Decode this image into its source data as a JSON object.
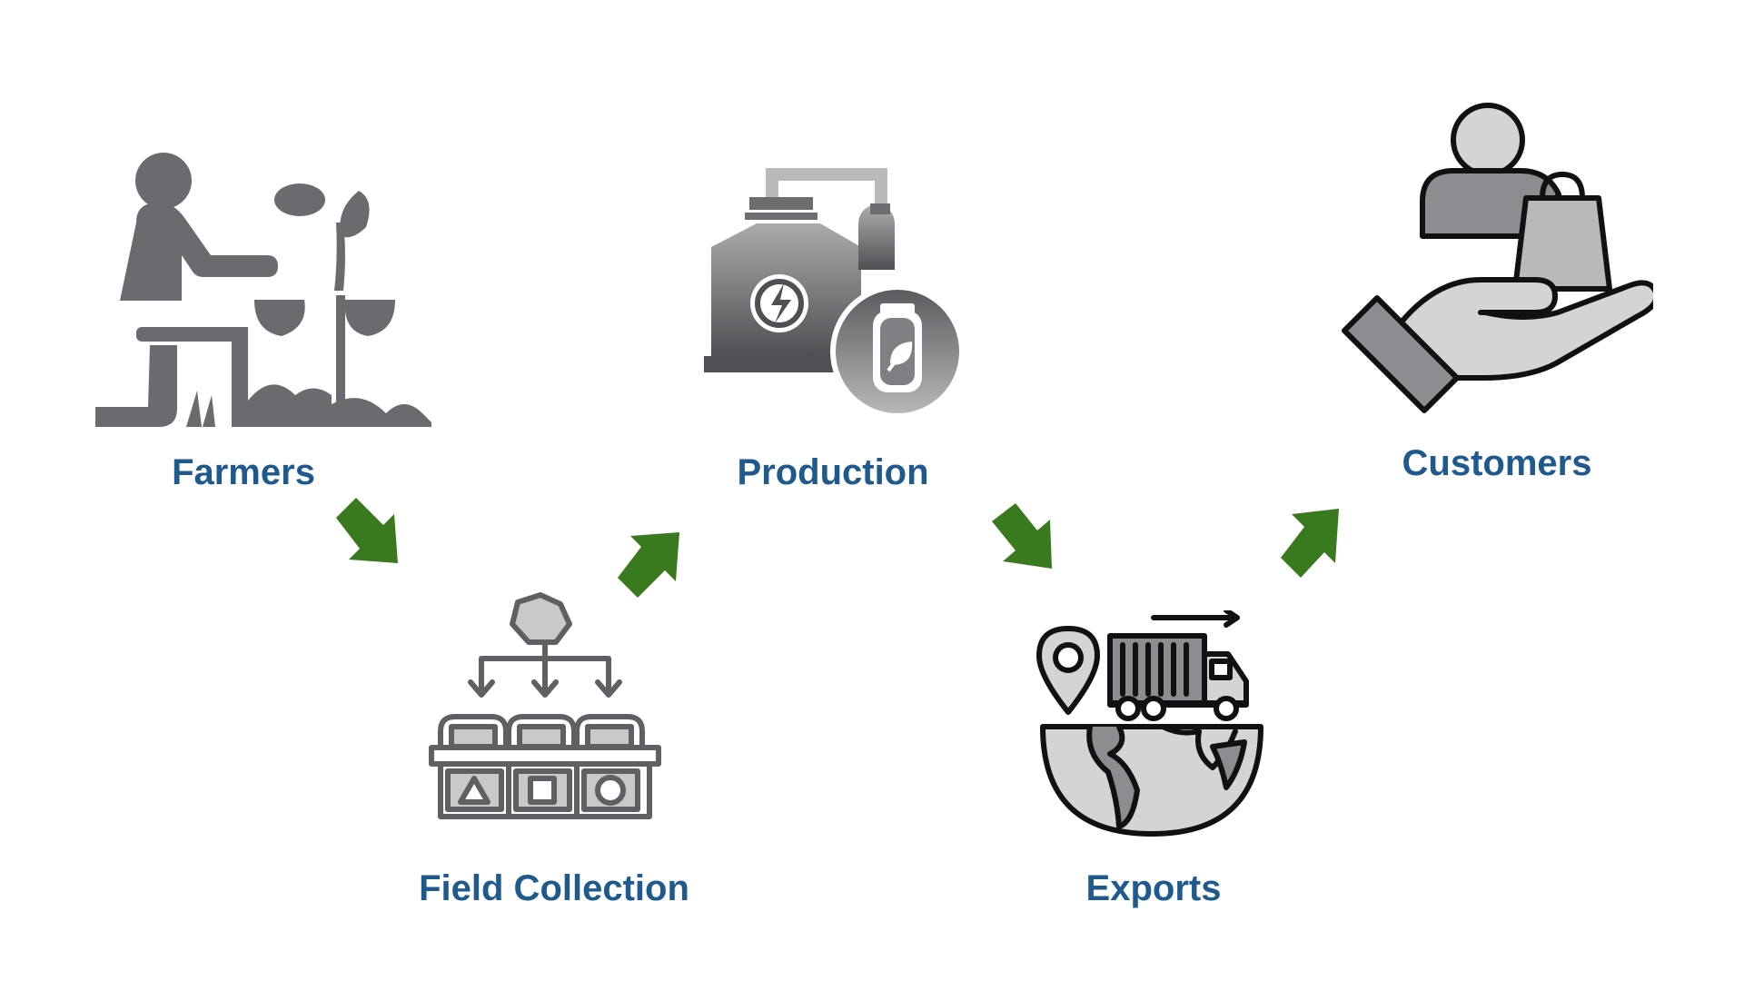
{
  "diagram": {
    "steps": [
      {
        "id": "farmers",
        "label": "Farmers",
        "icon": "farmer-planting-icon"
      },
      {
        "id": "field-collection",
        "label": "Field Collection",
        "icon": "sorting-bins-icon"
      },
      {
        "id": "production",
        "label": "Production",
        "icon": "factory-tanks-icon"
      },
      {
        "id": "exports",
        "label": "Exports",
        "icon": "truck-globe-icon"
      },
      {
        "id": "customers",
        "label": "Customers",
        "icon": "hand-delivering-bag-icon"
      }
    ],
    "arrows": [
      {
        "from": "Farmers",
        "to": "Field Collection",
        "direction": "down-right"
      },
      {
        "from": "Field Collection",
        "to": "Production",
        "direction": "up-right"
      },
      {
        "from": "Production",
        "to": "Exports",
        "direction": "down-right"
      },
      {
        "from": "Exports",
        "to": "Customers",
        "direction": "up-right"
      }
    ]
  },
  "colors": {
    "label": "#1f5a8f",
    "arrow": "#3a7a1f",
    "icon_dark": "#5f6063",
    "icon_mid": "#8b8d90",
    "icon_light": "#d3d4d6",
    "outline": "#111111"
  }
}
